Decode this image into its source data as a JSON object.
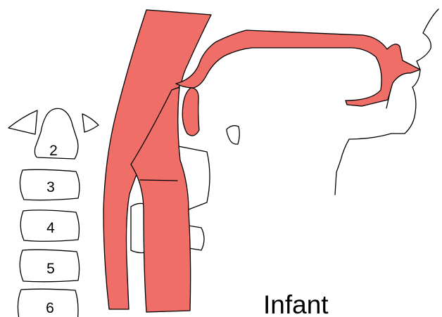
{
  "colors": {
    "airway_fill": "#f06e68",
    "outline": "#000000",
    "background": "#ffffff"
  },
  "vertebrae": {
    "labels": [
      "2",
      "3",
      "4",
      "5",
      "6"
    ]
  },
  "caption": {
    "text": "Infant"
  }
}
